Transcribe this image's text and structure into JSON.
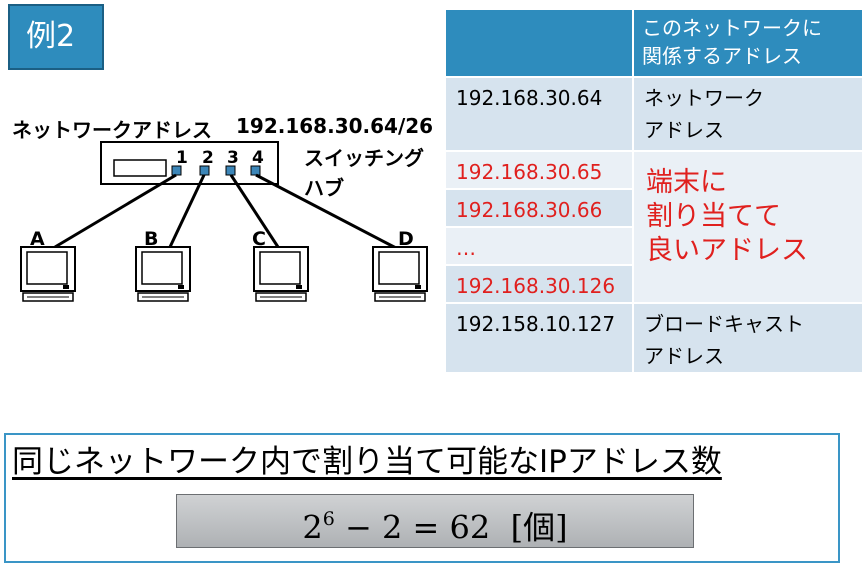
{
  "slide": {
    "label": "例2"
  },
  "network": {
    "address_label": "ネットワークアドレス",
    "address_value": "192.168.30.64/26",
    "switch_label_line1": "スイッチング",
    "switch_label_line2": "ハブ",
    "ports": [
      "1",
      "2",
      "3",
      "4"
    ],
    "pcs": [
      "A",
      "B",
      "C",
      "D"
    ]
  },
  "table": {
    "header_col1": "",
    "header_col2_line1": "このネットワークに",
    "header_col2_line2": "関係するアドレス",
    "rows": [
      {
        "address": "192.168.30.64",
        "desc_line1": "ネットワーク",
        "desc_line2": "アドレス"
      },
      {
        "address": "192.168.30.65"
      },
      {
        "address": "192.168.30.66"
      },
      {
        "address": "…"
      },
      {
        "address": "192.168.30.126"
      },
      {
        "address": "192.158.10.127",
        "desc_line1": "ブロードキャスト",
        "desc_line2": "アドレス"
      }
    ],
    "assignable_line1": "端末に",
    "assignable_line2": "割り当てて",
    "assignable_line3": "良いアドレス",
    "colors": {
      "header": "#2e8cbd",
      "highlight_text": "#e0201e"
    }
  },
  "calc": {
    "title": "同じネットワーク内で割り当て可能なIPアドレス数",
    "base": "2",
    "exponent": "6",
    "rest": " − 2 = 62  [個]"
  }
}
